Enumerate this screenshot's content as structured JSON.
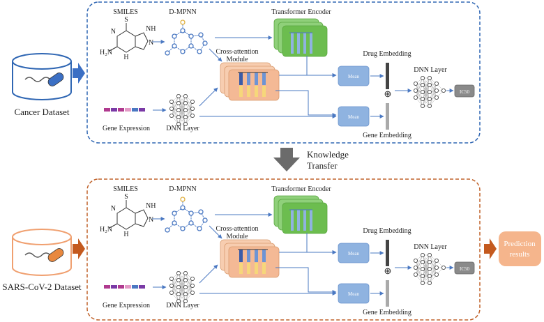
{
  "top_panel": {
    "dataset_label": "Cancer Dataset",
    "smiles_label": "SMILES",
    "dmpnn_label": "D-MPNN",
    "transformer_label": "Transformer Encoder",
    "cross_attention_label_line1": "Cross-attention",
    "cross_attention_label_line2": "Module",
    "drug_embedding_label": "Drug Embedding",
    "dnn_layer_right_label": "DNN Layer",
    "gene_expression_label": "Gene Expression",
    "dnn_layer_left_label": "DNN Layer",
    "gene_embedding_label": "Gene Embedding",
    "mean_label": "Mean",
    "ic50_label": "IC50",
    "molecule_s": "S",
    "molecule_nh": "NH",
    "molecule_n": "N",
    "molecule_h2n": "H₂N",
    "molecule_h": "H",
    "combine_symbol": "⊕",
    "border_color": "#2f66b3"
  },
  "knowledge_transfer": {
    "line1": "Knowledge",
    "line2": "Transfer"
  },
  "bottom_panel": {
    "dataset_label": "SARS-CoV-2 Dataset",
    "smiles_label": "SMILES",
    "dmpnn_label": "D-MPNN",
    "transformer_label": "Transformer Encoder",
    "cross_attention_label_line1": "Cross-attention",
    "cross_attention_label_line2": "Module",
    "drug_embedding_label": "Drug Embedding",
    "dnn_layer_right_label": "DNN Layer",
    "gene_expression_label": "Gene Expression",
    "dnn_layer_left_label": "DNN Layer",
    "gene_embedding_label": "Gene Embedding",
    "mean_label": "Mean",
    "ic50_label": "IC50",
    "molecule_s": "S",
    "molecule_nh": "NH",
    "molecule_n": "N",
    "molecule_h2n": "H₂N",
    "molecule_h": "H",
    "combine_symbol": "⊕",
    "border_color": "#c0622a"
  },
  "prediction": {
    "line1": "Prediction",
    "line2": "results"
  },
  "colors": {
    "blue_arrow": "#3b6fc4",
    "orange_arrow": "#c45a1f",
    "transformer_green": "#6cbd4f",
    "cross_attention_peach": "#f4b995",
    "mean_box": "#8fb3e0",
    "ic50_box": "#8a8a8a",
    "prediction_box": "#f5b58c",
    "gray_arrow": "#6b6b6b"
  }
}
